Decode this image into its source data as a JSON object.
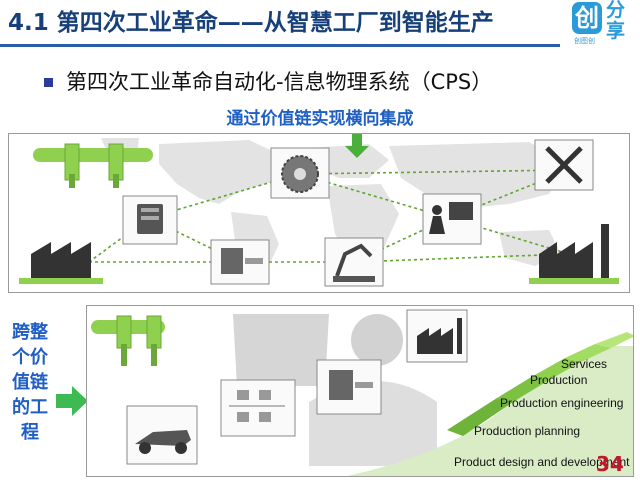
{
  "header": {
    "title": "4.1 第四次工业革命——从智慧工厂到智能生产",
    "logo": {
      "char": "创",
      "brand_top": "分",
      "brand_bottom": "享",
      "sub": "创图创"
    }
  },
  "subtitle": "第四次工业革命自动化-信息物理系统（CPS）",
  "integration_label": "通过价值链实现横向集成",
  "side_label": [
    "跨整",
    "个价",
    "值链",
    "的工",
    "程"
  ],
  "stairs": [
    "Product design and development",
    "Production planning",
    "Production engineering",
    "Production",
    "Services"
  ],
  "page_number": "34",
  "colors": {
    "title": "#17407a",
    "accent": "#2a5ea8",
    "highlight_blue": "#1f5fc4",
    "green": "#7cc142",
    "page_number": "#c0172d"
  },
  "icons": [
    "factory-icon",
    "pipeline-icon",
    "saw-blade-icon",
    "robot-arm-icon",
    "computer-workstation-icon",
    "tools-icon",
    "car-icon",
    "monitor-icon"
  ]
}
